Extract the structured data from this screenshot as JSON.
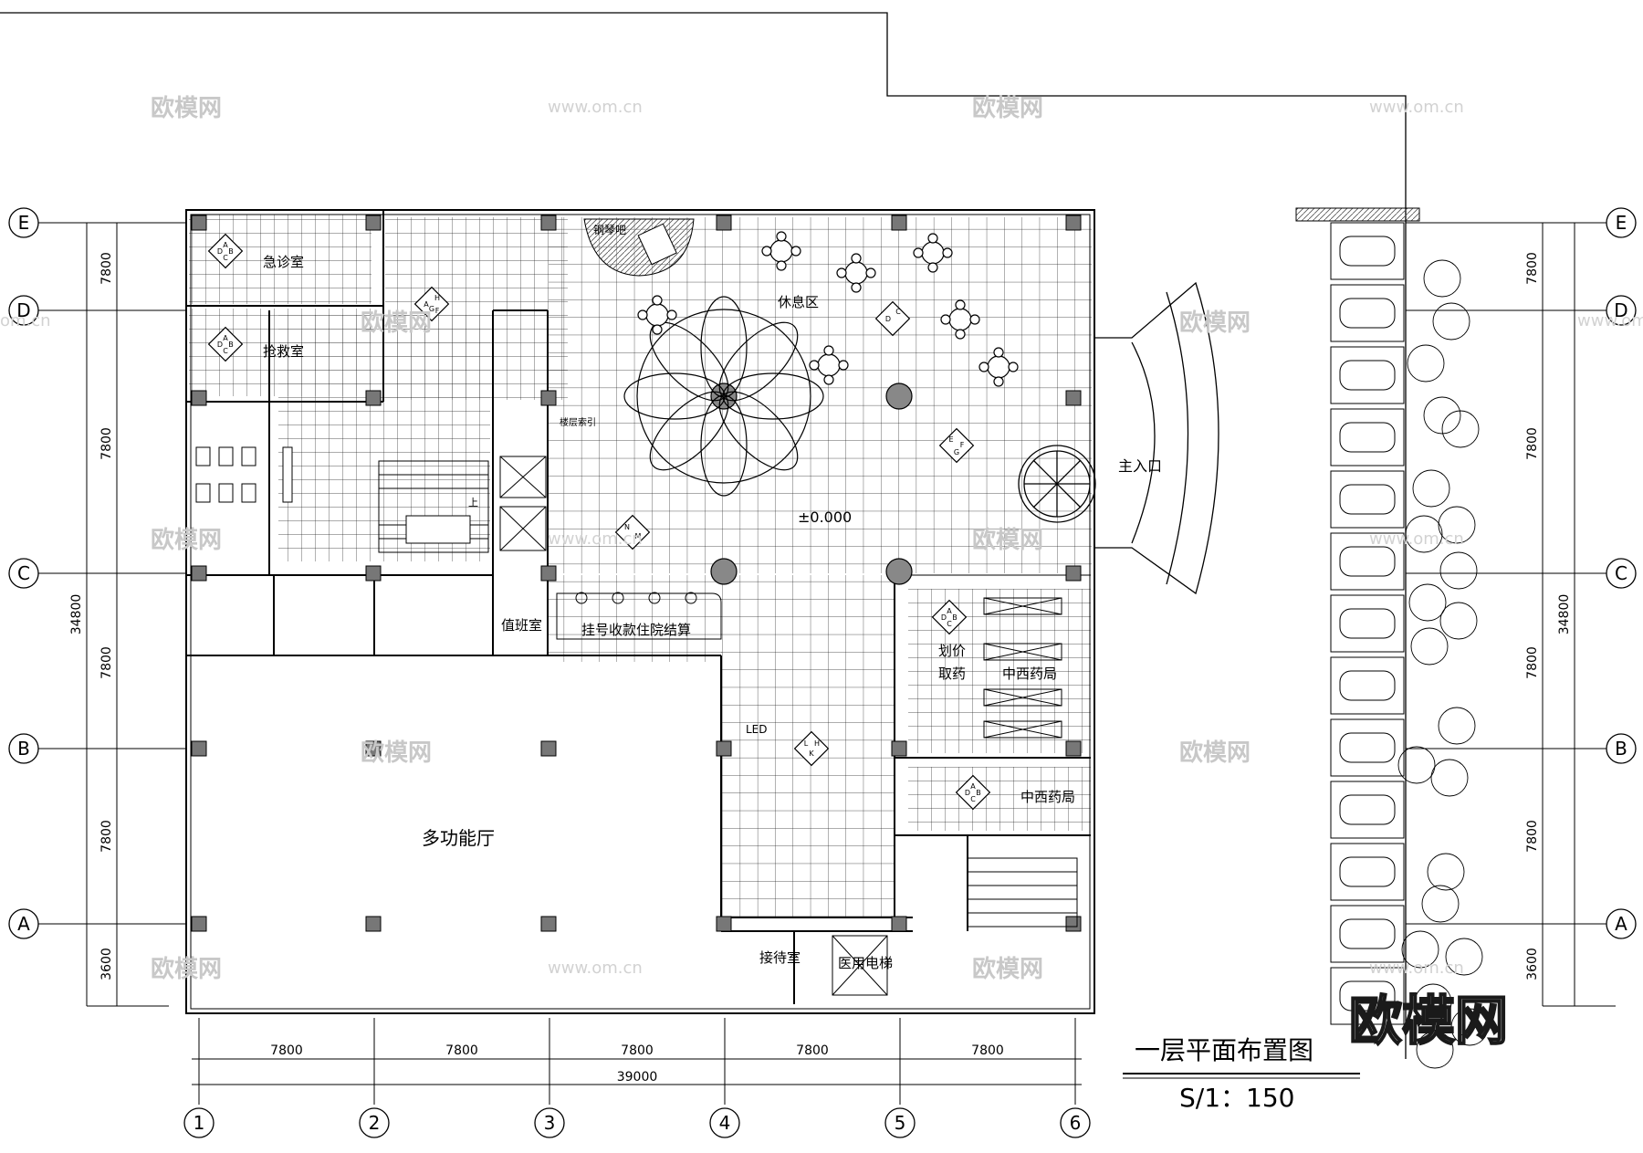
{
  "drawing": {
    "title": "一层平面布置图",
    "scale": "S/1：150"
  },
  "grid_axes": {
    "rows": [
      "E",
      "D",
      "C",
      "B",
      "A"
    ],
    "columns": [
      "1",
      "2",
      "3",
      "4",
      "5",
      "6"
    ]
  },
  "dimensions": {
    "left_vertical": [
      "7800",
      "7800",
      "7800",
      "7800",
      "3600"
    ],
    "left_total": "34800",
    "right_vertical": [
      "7800",
      "7800",
      "7800",
      "7800",
      "3600"
    ],
    "right_total": "34800",
    "bottom_horizontal": [
      "7800",
      "7800",
      "7800",
      "7800",
      "7800"
    ],
    "bottom_total": "39000"
  },
  "rooms": {
    "emergency": "急诊室",
    "rescue": "抢救室",
    "piano": "钢琴吧",
    "lounge": "休息区",
    "floor_guide": "楼层索引",
    "main_entrance": "主入口",
    "elevation": "±0.000",
    "duty": "值班室",
    "registration": "挂号收款住院结算",
    "pricing": "划价",
    "pickup": "取药",
    "pharmacy_1": "中西药局",
    "pharmacy_2": "中西药局",
    "led": "LED",
    "multi_hall": "多功能厅",
    "reception": "接待室",
    "medical_elevator": "医用电梯",
    "stair_up": "上"
  },
  "watermarks": {
    "logo": "欧模网",
    "url": "www.om.cn",
    "url_short": "om.cn"
  },
  "view_marks": {
    "emergency": [
      "D",
      "A",
      "B",
      "C"
    ],
    "rescue": [
      "D",
      "A",
      "B",
      "C"
    ],
    "hall_nw": [
      "H",
      "A",
      "F",
      "G"
    ],
    "lounge_c": [
      "D",
      "C"
    ],
    "hall_ef": [
      "E",
      "F",
      "G"
    ],
    "hall_nm": [
      "N",
      "M"
    ],
    "led_lk": [
      "L",
      "H",
      "K"
    ],
    "pharmacy_1": [
      "D",
      "A",
      "B",
      "C"
    ],
    "pharmacy_2": [
      "D",
      "A",
      "B",
      "C"
    ]
  }
}
